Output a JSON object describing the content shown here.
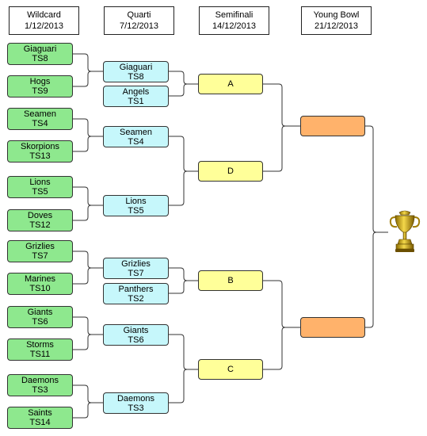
{
  "headers": {
    "wildcard": {
      "name": "Wildcard",
      "date": "1/12/2013"
    },
    "quarti": {
      "name": "Quarti",
      "date": "7/12/2013"
    },
    "semifinali": {
      "name": "Semifinali",
      "date": "14/12/2013"
    },
    "final": {
      "name": "Young Bowl",
      "date": "21/12/2013"
    }
  },
  "wildcard": [
    {
      "name": "Giaguari",
      "seed": "TS8"
    },
    {
      "name": "Hogs",
      "seed": "TS9"
    },
    {
      "name": "Seamen",
      "seed": "TS4"
    },
    {
      "name": "Skorpions",
      "seed": "TS13"
    },
    {
      "name": "Lions",
      "seed": "TS5"
    },
    {
      "name": "Doves",
      "seed": "TS12"
    },
    {
      "name": "Grizlies",
      "seed": "TS7"
    },
    {
      "name": "Marines",
      "seed": "TS10"
    },
    {
      "name": "Giants",
      "seed": "TS6"
    },
    {
      "name": "Storms",
      "seed": "TS11"
    },
    {
      "name": "Daemons",
      "seed": "TS3"
    },
    {
      "name": "Saints",
      "seed": "TS14"
    }
  ],
  "quarti": [
    {
      "name": "Giaguari",
      "seed": "TS8"
    },
    {
      "name": "Angels",
      "seed": "TS1"
    },
    {
      "name": "Seamen",
      "seed": "TS4"
    },
    {
      "name": "Lions",
      "seed": "TS5"
    },
    {
      "name": "Grizlies",
      "seed": "TS7"
    },
    {
      "name": "Panthers",
      "seed": "TS2"
    },
    {
      "name": "Giants",
      "seed": "TS6"
    },
    {
      "name": "Daemons",
      "seed": "TS3"
    }
  ],
  "semifinali": [
    {
      "label": "A"
    },
    {
      "label": "D"
    },
    {
      "label": "B"
    },
    {
      "label": "C"
    }
  ],
  "final": [
    {
      "label": ""
    },
    {
      "label": ""
    }
  ],
  "colors": {
    "wildcard": "#8ee88e",
    "quarti": "#c6f7fb",
    "semifinali": "#ffff99",
    "final": "#ffb26b"
  },
  "trophy_icon": "trophy-icon"
}
